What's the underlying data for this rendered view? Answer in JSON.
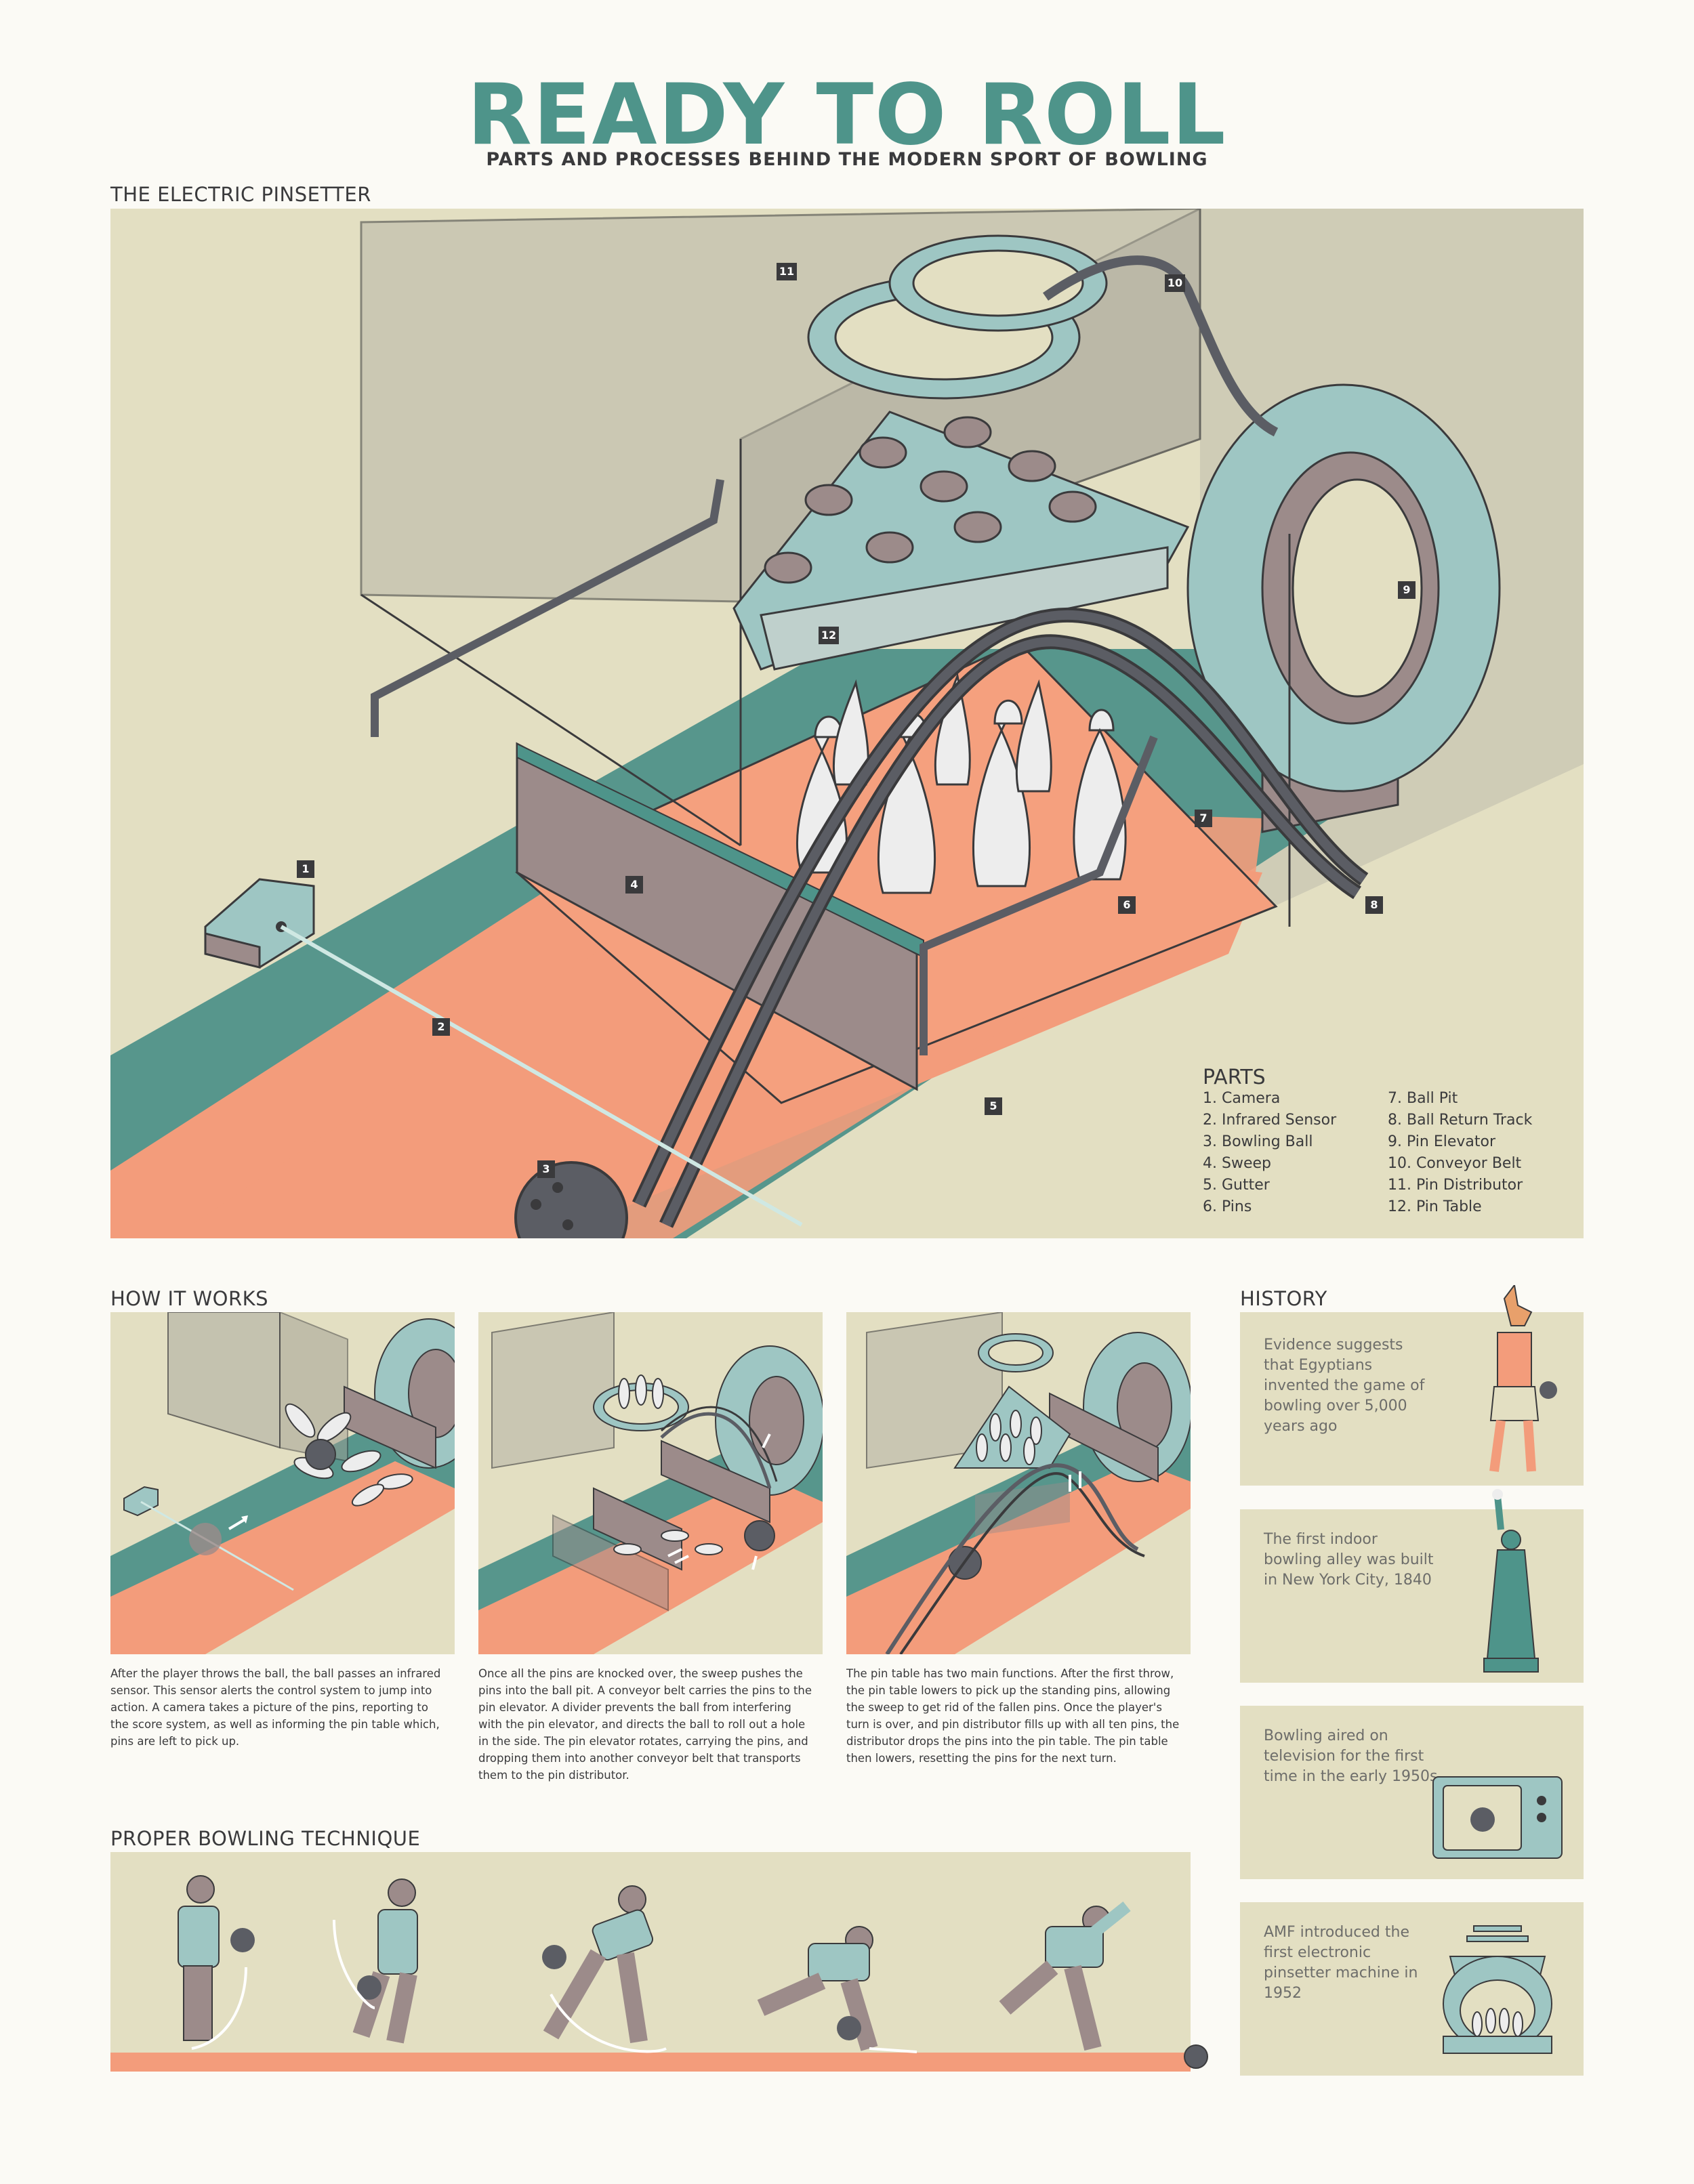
{
  "header": {
    "title": "READY TO ROLL",
    "subtitle": "PARTS AND PROCESSES BEHIND THE MODERN SPORT OF BOWLING"
  },
  "pinsetter": {
    "heading": "THE ELECTRIC PINSETTER",
    "parts_heading": "PARTS",
    "parts": [
      "1. Camera",
      "2. Infrared Sensor",
      "3. Bowling Ball",
      "4. Sweep",
      "5. Gutter",
      "6. Pins",
      "7. Ball Pit",
      "8. Ball Return Track",
      "9. Pin Elevator",
      "10. Conveyor Belt",
      "11. Pin Distributor",
      "12. Pin Table"
    ],
    "badges": [
      "1",
      "2",
      "3",
      "4",
      "5",
      "6",
      "7",
      "8",
      "9",
      "10",
      "11",
      "12"
    ]
  },
  "how_it_works": {
    "heading": "HOW IT WORKS",
    "captions": [
      "After the player throws the ball, the ball passes an infrared sensor. This sensor alerts the control system to jump into action.  A camera takes a picture of the pins, reporting to the score system, as well as informing the pin table which, pins are left to pick up.",
      "Once all the pins are knocked over, the sweep pushes the pins into the ball pit. A conveyor belt carries the pins to the pin elevator. A divider prevents the ball from interfering with the pin elevator, and directs the ball to roll out a hole in the side. The pin elevator rotates, carrying the pins, and dropping them into another conveyor belt that transports them to the pin distributor.",
      "The pin table has two main functions. After the first throw, the pin table lowers to pick up the standing pins, allowing the sweep to get rid of the fallen pins. Once the player's turn is over, and pin distributor fills up with all ten pins, the distributor drops the pins into the pin table. The pin table then lowers, resetting the pins for the next turn."
    ]
  },
  "technique": {
    "heading": "PROPER BOWLING TECHNIQUE"
  },
  "history": {
    "heading": "HISTORY",
    "items": [
      "Evidence suggests that Egyptians invented the game of bowling over 5,000 years ago",
      "The first indoor bowling alley was built in New York City, 1840",
      "Bowling aired on television for the first time in the early 1950s",
      "AMF introduced the first electronic pinsetter machine in 1952"
    ]
  },
  "colors": {
    "teal": "#4e948a",
    "lane": "#f39c7b",
    "panel": "#e3dfc2",
    "mint": "#9ccdc9",
    "mauve": "#9c8b8a",
    "dark": "#3a3a3c",
    "ball": "#5b5d64"
  }
}
